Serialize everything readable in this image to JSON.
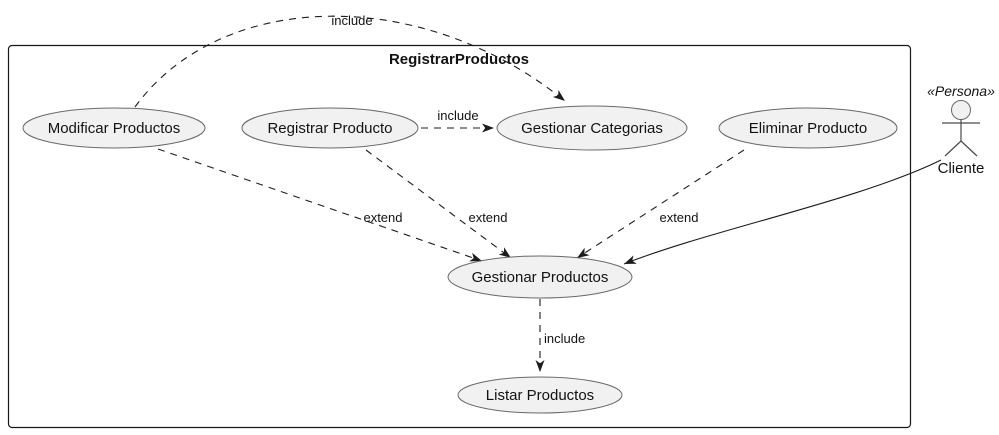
{
  "diagram": {
    "type": "uml-use-case-diagram",
    "title": "RegistrarProductos",
    "usecases": [
      {
        "id": "modificar-productos",
        "label": "Modificar Productos"
      },
      {
        "id": "registrar-producto",
        "label": "Registrar Producto"
      },
      {
        "id": "gestionar-categorias",
        "label": "Gestionar Categorias"
      },
      {
        "id": "eliminar-producto",
        "label": "Eliminar Producto"
      },
      {
        "id": "gestionar-productos",
        "label": "Gestionar Productos"
      },
      {
        "id": "listar-productos",
        "label": "Listar Productos"
      }
    ],
    "actor": {
      "stereotype": "«Persona»",
      "name": "Cliente"
    },
    "edges": [
      {
        "from": "Modificar Productos",
        "to": "Gestionar Categorias",
        "label": "include",
        "style": "dashed"
      },
      {
        "from": "Registrar Producto",
        "to": "Gestionar Categorias",
        "label": "include",
        "style": "dashed"
      },
      {
        "from": "Modificar Productos",
        "to": "Gestionar Productos",
        "label": "extend",
        "style": "dashed"
      },
      {
        "from": "Registrar Producto",
        "to": "Gestionar Productos",
        "label": "extend",
        "style": "dashed"
      },
      {
        "from": "Eliminar Producto",
        "to": "Gestionar Productos",
        "label": "extend",
        "style": "dashed"
      },
      {
        "from": "Cliente",
        "to": "Gestionar Productos",
        "label": "",
        "style": "solid"
      },
      {
        "from": "Gestionar Productos",
        "to": "Listar Productos",
        "label": "include",
        "style": "dashed"
      }
    ],
    "colors": {
      "background": "#ffffff",
      "usecase_fill": "#f1f1f1",
      "usecase_border": "#696969",
      "boundary_border": "#181818",
      "line": "#1c1c1c",
      "text": "#121212"
    }
  }
}
